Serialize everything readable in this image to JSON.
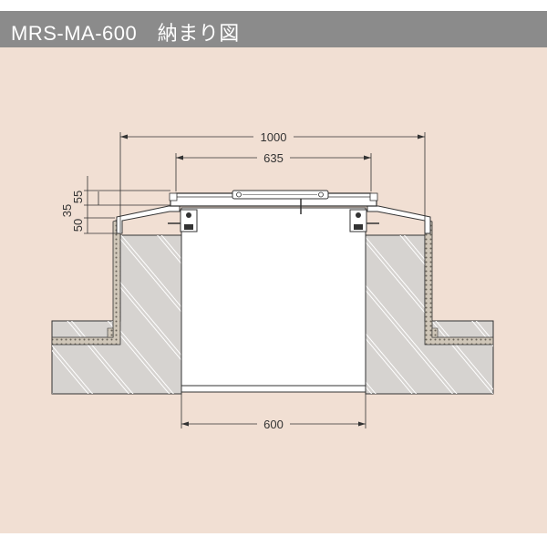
{
  "title": "MRS-MA-600　納まり図",
  "dimensions": {
    "overall_width": "1000",
    "cover_width": "635",
    "opening_width": "600",
    "height_55": "55",
    "height_35": "35",
    "height_50": "50"
  },
  "colors": {
    "title_bar": "#8b8b8b",
    "background": "#f1dfd3",
    "concrete": "#d6d3d0",
    "lines": "#333333"
  }
}
